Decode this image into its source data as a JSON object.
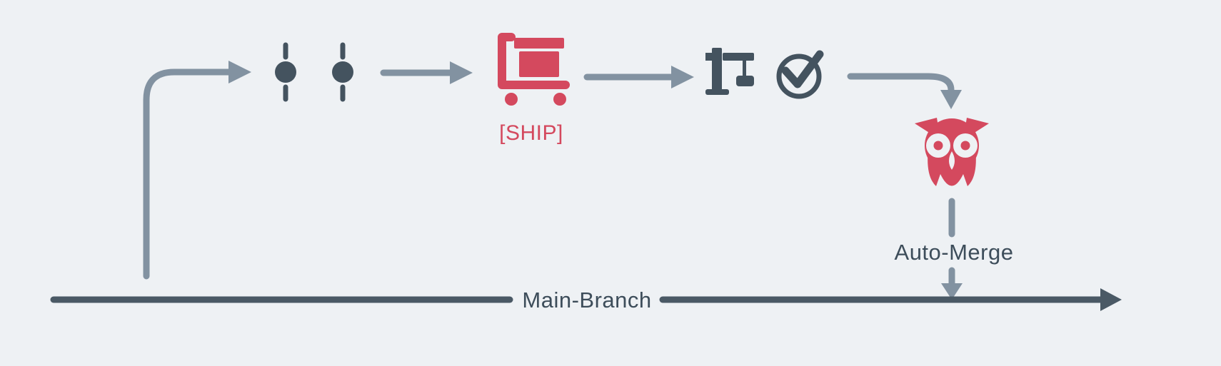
{
  "colors": {
    "bg": "#eef1f4",
    "arrow-gray": "#8292a1",
    "slate": "#44535f",
    "branch-line": "#4a5965",
    "label-text": "#3d4d5a",
    "red": "#d4495e"
  },
  "labels": {
    "ship_tag": "[SHIP]",
    "auto_merge": "Auto-Merge",
    "main_branch": "Main-Branch"
  },
  "nodes": [
    {
      "icon": "git-commit-icon"
    },
    {
      "icon": "git-commit-icon"
    },
    {
      "icon": "shipping-cart-icon",
      "label": "[SHIP]"
    },
    {
      "icon": "build-crane-icon"
    },
    {
      "icon": "check-circle-icon"
    },
    {
      "icon": "owl-bot-icon",
      "label": "Auto-Merge"
    }
  ]
}
